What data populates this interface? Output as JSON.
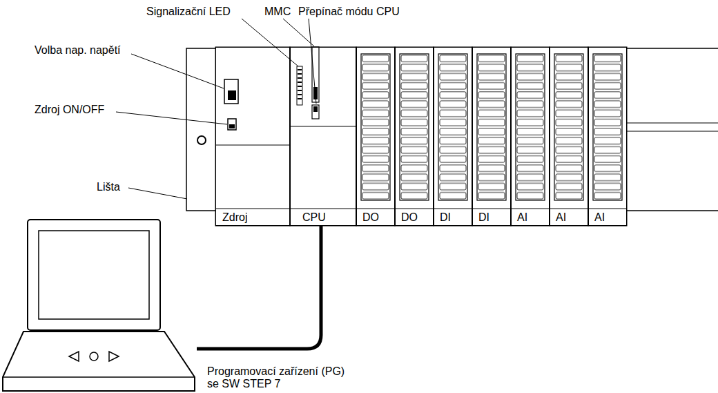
{
  "diagram": {
    "nodes": [
      {
        "text": [
          "Zdroj"
        ]
      },
      {
        "text": [
          "CPU"
        ]
      },
      {
        "text": [
          "DO"
        ]
      },
      {
        "text": [
          "DO"
        ]
      },
      {
        "text": [
          "DI"
        ]
      },
      {
        "text": [
          "DI"
        ]
      },
      {
        "text": [
          "AI"
        ]
      },
      {
        "text": [
          "AI"
        ]
      },
      {
        "text": [
          "AI"
        ]
      },
      {
        "text": [
          "Programovací zařízení (PG) se SW STEP 7"
        ]
      }
    ],
    "edges": [
      {
        "from": 9,
        "to": 1,
        "arrow": "none"
      }
    ],
    "labels": [
      "Signalizační LED",
      "MMC",
      "Přepínač módu CPU",
      "Volba nap. napětí",
      "Zdroj ON/OFF",
      "Lišta"
    ]
  }
}
